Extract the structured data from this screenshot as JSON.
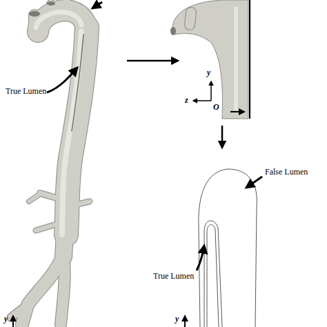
{
  "diagram": {
    "labels": [
      "True Lumen",
      "y",
      "z",
      "O",
      "False Lumen",
      "True Lumen",
      "y",
      "y"
    ]
  }
}
